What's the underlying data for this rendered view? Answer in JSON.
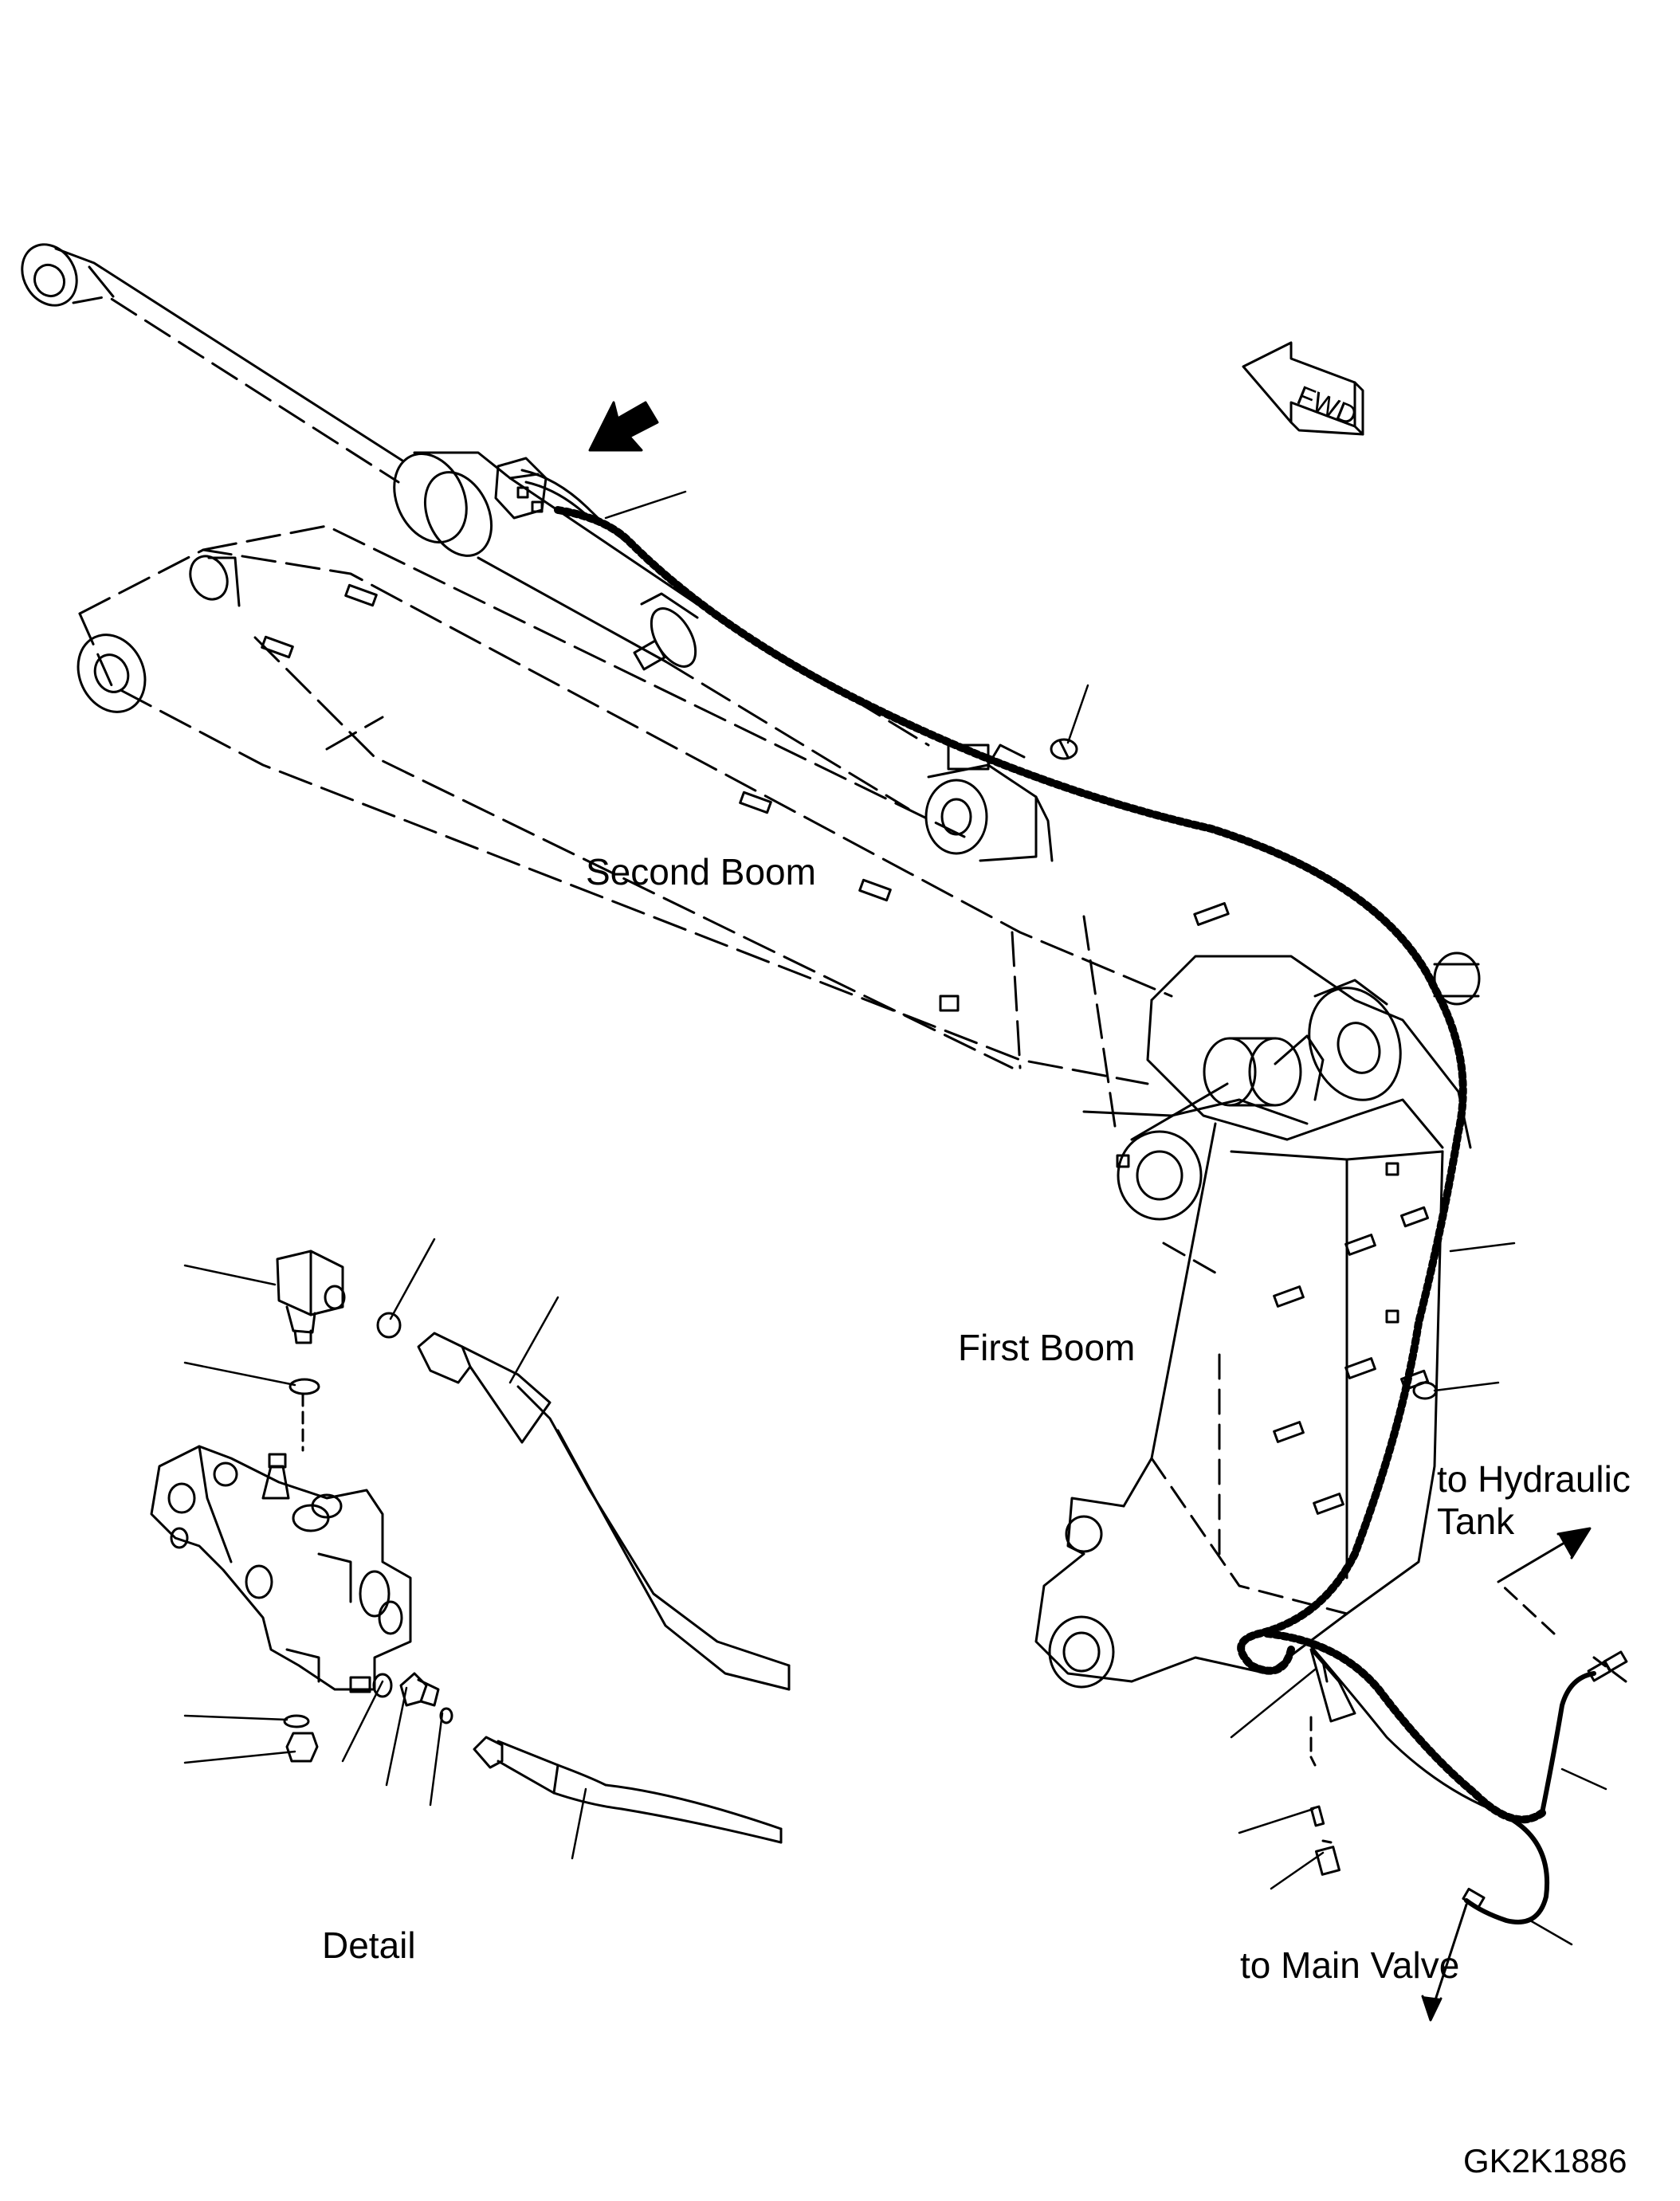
{
  "labels": {
    "second_boom": "Second Boom",
    "first_boom": "First Boom",
    "to_hydraulic_tank_line1": "to Hydraulic",
    "to_hydraulic_tank_line2": "Tank",
    "to_main_valve": "to Main Valve",
    "detail": "Detail",
    "drawing_code": "GK2K1886",
    "fwd_marker": "FWD"
  },
  "colors": {
    "line": "#000000",
    "background": "#ffffff"
  },
  "icons": [
    "fwd-arrow-icon",
    "view-direction-arrow-icon"
  ]
}
